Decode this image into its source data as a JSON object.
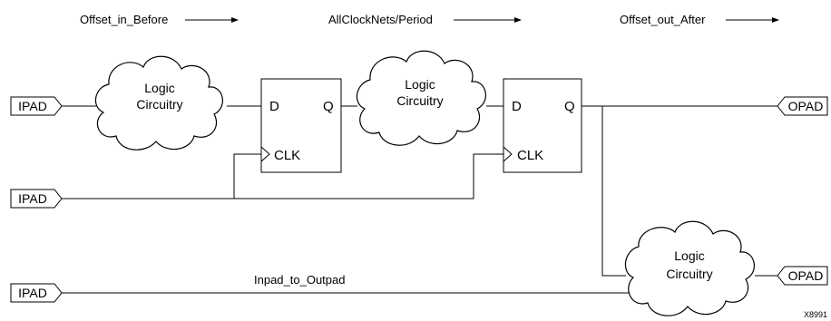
{
  "labels": {
    "offset_in_before": "Offset_in_Before",
    "allclocknets_period": "AllClockNets/Period",
    "offset_out_after": "Offset_out_After",
    "inpad_to_outpad": "Inpad_to_Outpad",
    "figure_id": "X8991"
  },
  "pads": {
    "in_top": "IPAD",
    "in_middle": "IPAD",
    "in_bottom": "IPAD",
    "out_top": "OPAD",
    "out_bottom": "OPAD"
  },
  "logic_clouds": {
    "left": {
      "line1": "Logic",
      "line2": "Circuitry"
    },
    "middle": {
      "line1": "Logic",
      "line2": "Circuitry"
    },
    "lower": {
      "line1": "Logic",
      "line2": "Circuitry"
    }
  },
  "flipflops": {
    "ff1": {
      "d": "D",
      "q": "Q",
      "clk": "CLK"
    },
    "ff2": {
      "d": "D",
      "q": "Q",
      "clk": "CLK"
    }
  }
}
